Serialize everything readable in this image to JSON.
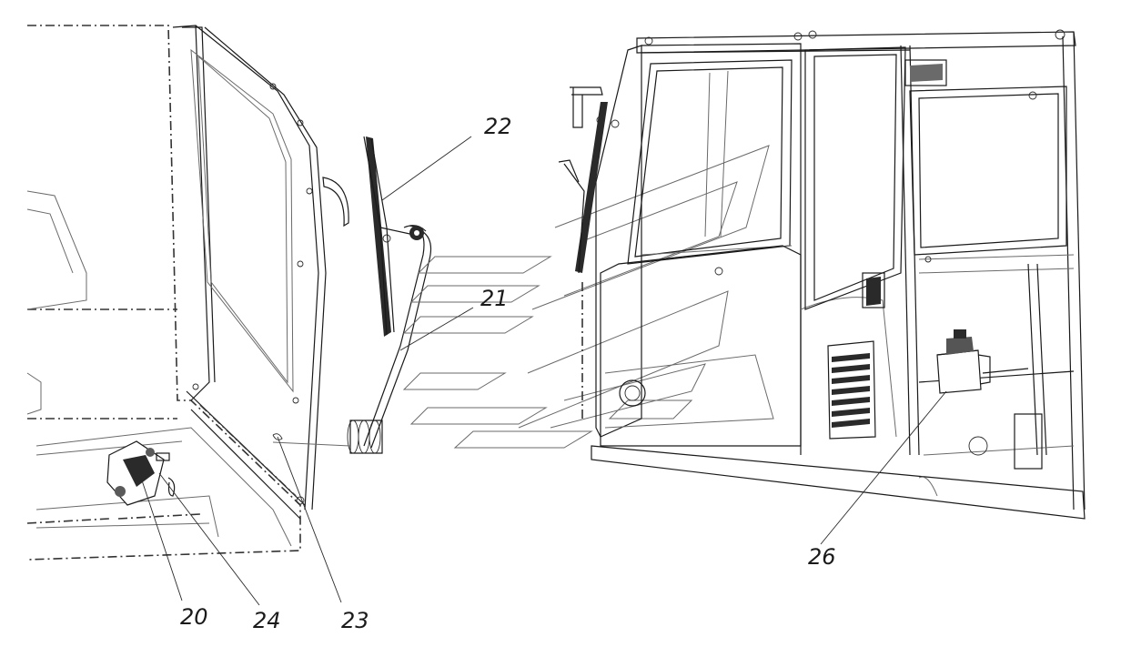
{
  "callouts": [
    {
      "id": "c20",
      "label": "20"
    },
    {
      "id": "c21",
      "label": "21"
    },
    {
      "id": "c22",
      "label": "22"
    },
    {
      "id": "c23",
      "label": "23"
    },
    {
      "id": "c24",
      "label": "24"
    },
    {
      "id": "c26",
      "label": "26"
    }
  ]
}
